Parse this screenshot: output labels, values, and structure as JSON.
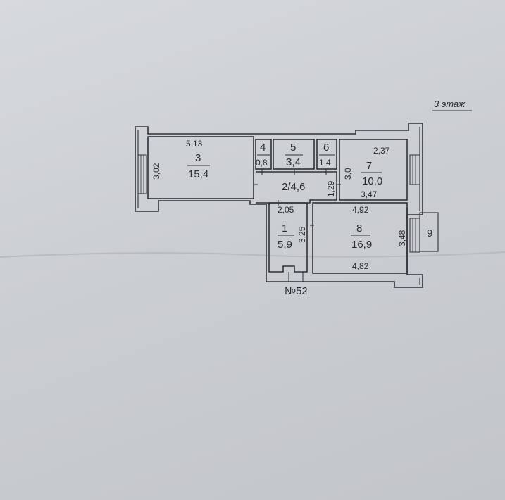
{
  "floor_label": "3 этаж",
  "apartment_number": "№52",
  "rooms": [
    {
      "id": "r3",
      "number": "3",
      "area": "15,4",
      "dims": [
        "5,13",
        "3,02"
      ]
    },
    {
      "id": "r4",
      "number": "4",
      "area": "0,8"
    },
    {
      "id": "r5",
      "number": "5",
      "area": "3,4"
    },
    {
      "id": "r6",
      "number": "6",
      "area": "1,4"
    },
    {
      "id": "r7",
      "number": "7",
      "area": "10,0",
      "dims": [
        "2,37",
        "3,47",
        "3,0"
      ]
    },
    {
      "id": "r2",
      "label": "2/4,6",
      "dims": [
        "1,29"
      ]
    },
    {
      "id": "r1",
      "number": "1",
      "area": "5,9",
      "dims": [
        "2,05",
        "3,25"
      ]
    },
    {
      "id": "r8",
      "number": "8",
      "area": "16,9",
      "dims": [
        "4,92",
        "4,82",
        "3,48"
      ]
    },
    {
      "id": "r9",
      "number": "9"
    }
  ]
}
